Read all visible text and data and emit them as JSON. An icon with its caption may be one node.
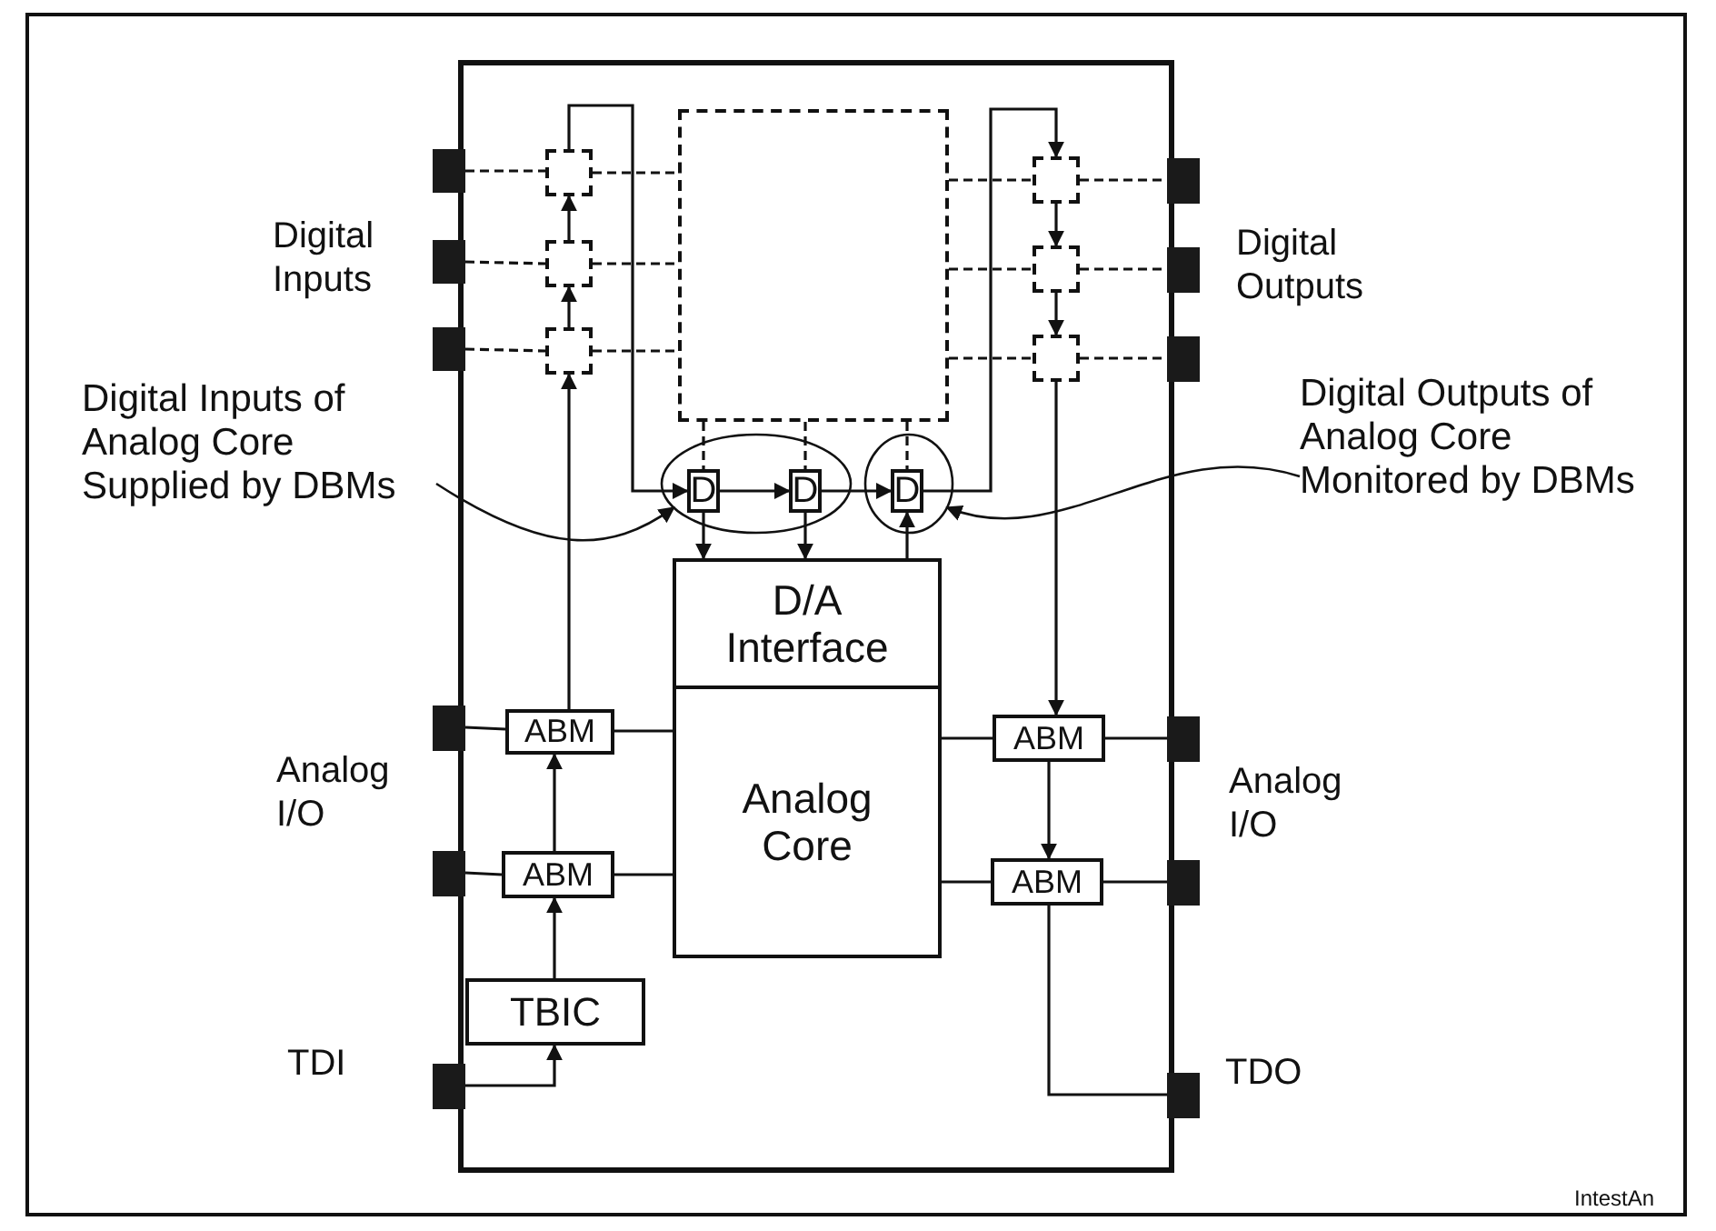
{
  "diagram": {
    "nodes": [
      {
        "text": [],
        "shape": "box"
      },
      {
        "text": [],
        "shape": "bar"
      },
      {
        "text": [],
        "shape": "bar"
      },
      {
        "text": [],
        "shape": "bar"
      },
      {
        "text": [],
        "shape": "bar"
      },
      {
        "text": [],
        "shape": "bar"
      },
      {
        "text": [],
        "shape": "bar",
        "beside": [
          "TDI"
        ]
      },
      {
        "text": [],
        "shape": "bar"
      },
      {
        "text": [],
        "shape": "bar"
      },
      {
        "text": [],
        "shape": "bar"
      },
      {
        "text": [],
        "shape": "bar"
      },
      {
        "text": [],
        "shape": "bar"
      },
      {
        "text": [],
        "shape": "bar",
        "beside": [
          "TDO"
        ]
      },
      {
        "text": [],
        "shape": "box",
        "in": 0
      },
      {
        "text": [],
        "shape": "box",
        "in": 0
      },
      {
        "text": [],
        "shape": "box",
        "in": 0
      },
      {
        "text": [],
        "shape": "box",
        "in": 0
      },
      {
        "text": [],
        "shape": "box",
        "in": 0
      },
      {
        "text": [],
        "shape": "box",
        "in": 0
      },
      {
        "text": [],
        "shape": "box",
        "in": 0
      },
      {
        "text": [],
        "shape": "ellipse",
        "in": 0
      },
      {
        "text": [
          "D"
        ],
        "in": 20
      },
      {
        "text": [
          "D"
        ],
        "in": 20
      },
      {
        "text": [],
        "shape": "ellipse",
        "in": 0
      },
      {
        "text": [
          "D"
        ],
        "in": 23
      },
      {
        "text": [
          "D/A Interface"
        ],
        "in": 0
      },
      {
        "text": [
          "Analog Core"
        ],
        "in": 0
      },
      {
        "text": [
          "ABM"
        ],
        "in": 0
      },
      {
        "text": [
          "ABM"
        ],
        "in": 0
      },
      {
        "text": [
          "TBIC"
        ],
        "in": 0
      },
      {
        "text": [
          "ABM"
        ],
        "in": 0
      },
      {
        "text": [
          "ABM"
        ],
        "in": 0
      },
      {
        "text": [
          "Digital Inputs of Analog Core Supplied by DBMs"
        ]
      },
      {
        "text": [
          "Digital Outputs of Analog Core Monitored by DBMs"
        ]
      }
    ],
    "edges": [
      {
        "from": 1,
        "to": 13,
        "arrow": "none",
        "style": "dashed"
      },
      {
        "from": 13,
        "to": 16,
        "arrow": "none",
        "style": "dashed"
      },
      {
        "from": 2,
        "to": 14,
        "arrow": "none",
        "style": "dashed"
      },
      {
        "from": 14,
        "to": 16,
        "arrow": "none",
        "style": "dashed"
      },
      {
        "from": 3,
        "to": 15,
        "arrow": "none",
        "style": "dashed"
      },
      {
        "from": 15,
        "to": 16,
        "arrow": "none",
        "style": "dashed"
      },
      {
        "from": 16,
        "to": 17,
        "arrow": "none",
        "style": "dashed"
      },
      {
        "from": 17,
        "to": 7,
        "arrow": "none",
        "style": "dashed"
      },
      {
        "from": 16,
        "to": 18,
        "arrow": "none",
        "style": "dashed"
      },
      {
        "from": 18,
        "to": 8,
        "arrow": "none",
        "style": "dashed"
      },
      {
        "from": 16,
        "to": 19,
        "arrow": "none",
        "style": "dashed"
      },
      {
        "from": 19,
        "to": 9,
        "arrow": "none",
        "style": "dashed"
      },
      {
        "from": 16,
        "to": 21,
        "arrow": "none",
        "style": "dashed"
      },
      {
        "from": 16,
        "to": 22,
        "arrow": "none",
        "style": "dashed"
      },
      {
        "from": 16,
        "to": 24,
        "arrow": "none",
        "style": "dashed"
      },
      {
        "from": 6,
        "to": 29,
        "arrow": "to"
      },
      {
        "from": 29,
        "to": 28,
        "arrow": "to"
      },
      {
        "from": 28,
        "to": 27,
        "arrow": "to"
      },
      {
        "from": 27,
        "to": 15,
        "arrow": "to"
      },
      {
        "from": 15,
        "to": 14,
        "arrow": "to"
      },
      {
        "from": 14,
        "to": 13,
        "arrow": "to"
      },
      {
        "from": 13,
        "to": 21,
        "arrow": "to"
      },
      {
        "from": 21,
        "to": 22,
        "arrow": "to"
      },
      {
        "from": 22,
        "to": 24,
        "arrow": "to"
      },
      {
        "from": 24,
        "to": 17,
        "arrow": "to"
      },
      {
        "from": 17,
        "to": 18,
        "arrow": "to"
      },
      {
        "from": 18,
        "to": 19,
        "arrow": "to"
      },
      {
        "from": 19,
        "to": 30,
        "arrow": "to"
      },
      {
        "from": 30,
        "to": 31,
        "arrow": "to"
      },
      {
        "from": 31,
        "to": 12,
        "arrow": "none"
      },
      {
        "from": 21,
        "to": 25,
        "arrow": "to"
      },
      {
        "from": 22,
        "to": 25,
        "arrow": "to"
      },
      {
        "from": 25,
        "to": 24,
        "arrow": "to"
      },
      {
        "from": 4,
        "to": 27,
        "arrow": "none"
      },
      {
        "from": 27,
        "to": 26,
        "arrow": "none"
      },
      {
        "from": 5,
        "to": 28,
        "arrow": "none"
      },
      {
        "from": 28,
        "to": 26,
        "arrow": "none"
      },
      {
        "from": 26,
        "to": 30,
        "arrow": "none"
      },
      {
        "from": 30,
        "to": 10,
        "arrow": "none"
      },
      {
        "from": 26,
        "to": 31,
        "arrow": "none"
      },
      {
        "from": 31,
        "to": 11,
        "arrow": "none"
      },
      {
        "from": 32,
        "to": 20,
        "arrow": "to"
      },
      {
        "from": 33,
        "to": 23,
        "arrow": "to"
      }
    ],
    "labels": [
      "Digital Inputs",
      "Digital Outputs",
      "Analog I/O",
      "Analog I/O",
      "IntestAn"
    ]
  }
}
